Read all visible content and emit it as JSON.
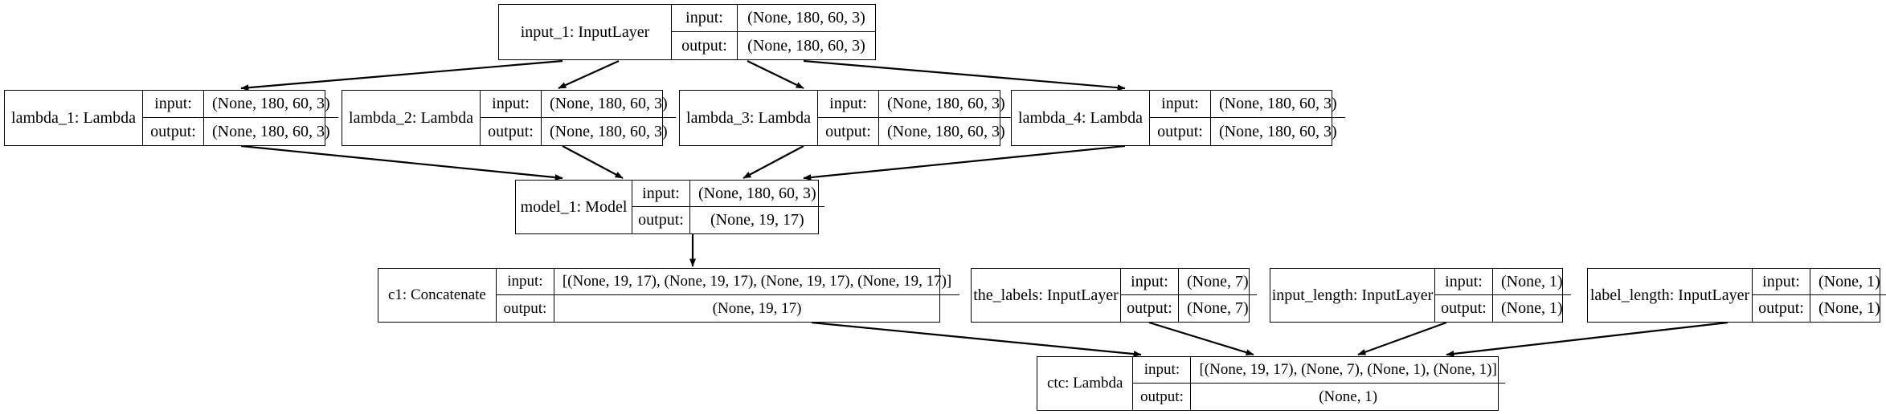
{
  "diagram": {
    "title": "Keras functional model plot",
    "background_color": "#ffffff",
    "line_color": "#000000",
    "io_labels": {
      "input": "input:",
      "output": "output:"
    },
    "nodes": [
      {
        "id": "input_1",
        "name": "input_1: InputLayer",
        "input": "(None, 180, 60, 3)",
        "output": "(None, 180, 60, 3)"
      },
      {
        "id": "lambda_1",
        "name": "lambda_1: Lambda",
        "input": "(None, 180, 60, 3)",
        "output": "(None, 180, 60, 3)"
      },
      {
        "id": "lambda_2",
        "name": "lambda_2: Lambda",
        "input": "(None, 180, 60, 3)",
        "output": "(None, 180, 60, 3)"
      },
      {
        "id": "lambda_3",
        "name": "lambda_3: Lambda",
        "input": "(None, 180, 60, 3)",
        "output": "(None, 180, 60, 3)"
      },
      {
        "id": "lambda_4",
        "name": "lambda_4: Lambda",
        "input": "(None, 180, 60, 3)",
        "output": "(None, 180, 60, 3)"
      },
      {
        "id": "model_1",
        "name": "model_1: Model",
        "input": "(None, 180, 60, 3)",
        "output": "(None, 19, 17)"
      },
      {
        "id": "c1",
        "name": "c1: Concatenate",
        "input": "[(None, 19, 17), (None, 19, 17), (None, 19, 17), (None, 19, 17)]",
        "output": "(None, 19, 17)"
      },
      {
        "id": "the_labels",
        "name": "the_labels: InputLayer",
        "input": "(None, 7)",
        "output": "(None, 7)"
      },
      {
        "id": "input_length",
        "name": "input_length: InputLayer",
        "input": "(None, 1)",
        "output": "(None, 1)"
      },
      {
        "id": "label_length",
        "name": "label_length: InputLayer",
        "input": "(None, 1)",
        "output": "(None, 1)"
      },
      {
        "id": "ctc",
        "name": "ctc: Lambda",
        "input": "[(None, 19, 17), (None, 7), (None, 1), (None, 1)]",
        "output": "(None, 1)"
      }
    ],
    "edges": [
      {
        "from": "input_1",
        "to": "lambda_1"
      },
      {
        "from": "input_1",
        "to": "lambda_2"
      },
      {
        "from": "input_1",
        "to": "lambda_3"
      },
      {
        "from": "input_1",
        "to": "lambda_4"
      },
      {
        "from": "lambda_1",
        "to": "model_1"
      },
      {
        "from": "lambda_2",
        "to": "model_1"
      },
      {
        "from": "lambda_3",
        "to": "model_1"
      },
      {
        "from": "lambda_4",
        "to": "model_1"
      },
      {
        "from": "model_1",
        "to": "c1"
      },
      {
        "from": "c1",
        "to": "ctc"
      },
      {
        "from": "the_labels",
        "to": "ctc"
      },
      {
        "from": "input_length",
        "to": "ctc"
      },
      {
        "from": "label_length",
        "to": "ctc"
      }
    ]
  }
}
